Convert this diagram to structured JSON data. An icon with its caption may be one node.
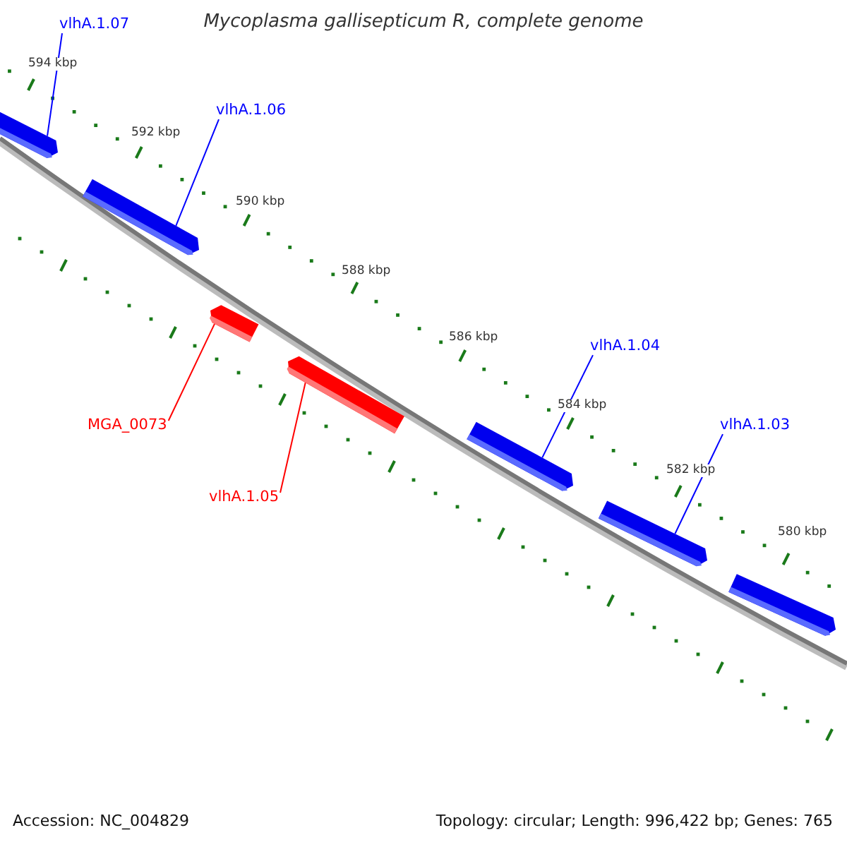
{
  "diagram": {
    "title": "Mycoplasma gallisepticum R, complete genome",
    "nodes": [
      {
        "text": [
          "vlhA.1.07"
        ]
      },
      {
        "text": [],
        "shape": "bar"
      },
      {
        "text": [
          "vlhA.1.06"
        ]
      },
      {
        "text": [],
        "shape": "bar"
      },
      {
        "text": [
          "MGA_0073"
        ]
      },
      {
        "text": [],
        "shape": "bar"
      },
      {
        "text": [
          "vlhA.1.05"
        ]
      },
      {
        "text": [],
        "shape": "bar"
      },
      {
        "text": [
          "vlhA.1.04"
        ]
      },
      {
        "text": [],
        "shape": "bar"
      },
      {
        "text": [
          "vlhA.1.03"
        ]
      },
      {
        "text": [],
        "shape": "bar"
      },
      {
        "text": [],
        "shape": "bar"
      }
    ],
    "edges": [
      {
        "from": 0,
        "to": 1,
        "arrow": "none"
      },
      {
        "from": 2,
        "to": 3,
        "arrow": "none"
      },
      {
        "from": 4,
        "to": 5,
        "arrow": "none",
        "color": "#ff0000"
      },
      {
        "from": 6,
        "to": 7,
        "arrow": "none",
        "color": "#ff0000"
      },
      {
        "from": 8,
        "to": 9,
        "arrow": "none"
      },
      {
        "from": 10,
        "to": 11,
        "arrow": "none"
      }
    ],
    "labels": [
      "594 kbp",
      "592 kbp",
      "590 kbp",
      "588 kbp",
      "586 kbp",
      "584 kbp",
      "582 kbp",
      "580 kbp",
      "Accession: NC_004829",
      "Topology: circular; Length: 996,422 bp; Genes: 765"
    ]
  }
}
